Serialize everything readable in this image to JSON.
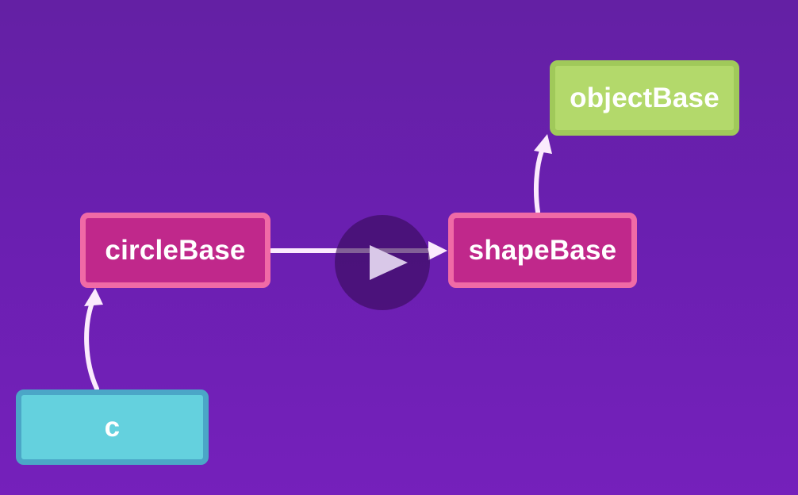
{
  "diagram": {
    "nodes": {
      "circle_base": "circleBase",
      "shape_base": "shapeBase",
      "object_base": "objectBase",
      "c": "c"
    },
    "edges": [
      {
        "from": "c",
        "to": "circleBase"
      },
      {
        "from": "circleBase",
        "to": "shapeBase"
      },
      {
        "from": "shapeBase",
        "to": "objectBase"
      }
    ]
  },
  "player": {
    "icon": "play-icon"
  },
  "colors": {
    "background": "#6a1fb0",
    "pink_fill": "#c0288b",
    "pink_border": "#f06aa6",
    "green_fill": "#b3d96b",
    "green_border": "#a0c95a",
    "cyan_fill": "#64d1de",
    "cyan_border": "#4ba6c7",
    "arrow": "#ffffff"
  }
}
